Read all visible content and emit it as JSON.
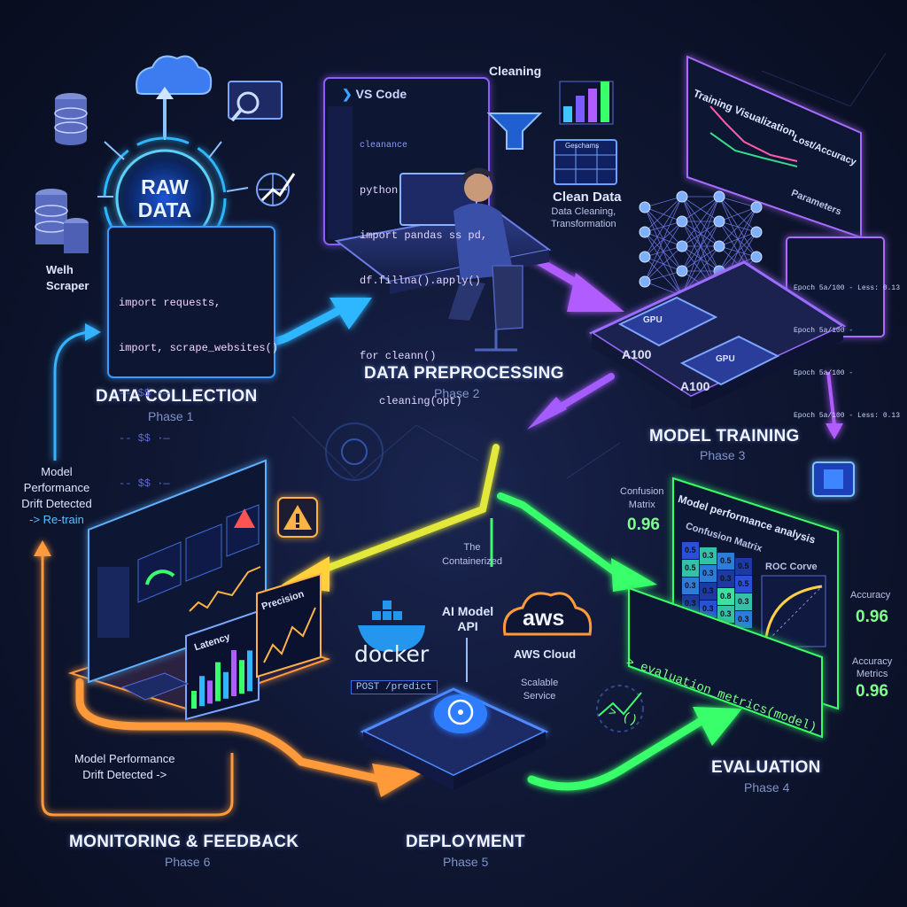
{
  "phases": {
    "p1": {
      "title": "DATA COLLECTION",
      "subtitle": "Phase 1"
    },
    "p2": {
      "title": "DATA PREPROCESSING",
      "subtitle": "Phase 2"
    },
    "p3": {
      "title": "MODEL TRAINING",
      "subtitle": "Phase 3"
    },
    "p4": {
      "title": "EVALUATION",
      "subtitle": "Phase 4"
    },
    "p5": {
      "title": "DEPLOYMENT",
      "subtitle": "Phase 5"
    },
    "p6": {
      "title": "MONITORING & FEEDBACK",
      "subtitle": "Phase 6"
    }
  },
  "collection": {
    "raw_data": [
      "RAW",
      "DATA"
    ],
    "web_scraper": [
      "Welh",
      "Scraper"
    ],
    "code": [
      "import requests,",
      "import, scrape_websites()",
      "-- $$ ·—",
      "-- $$ ·—",
      "-- $$ ·—"
    ]
  },
  "preprocessing": {
    "editor": "VS Code",
    "code": [
      "cleanance",
      "python",
      "import pandas ss pd,",
      "df.fillna().apply()",
      "",
      "for cleann()",
      "cleaning(opt)"
    ],
    "cleaning": "Cleaning",
    "table_header": "Geschams",
    "clean_data": "Clean Data",
    "clean_desc": [
      "Data Cleaning,",
      "Transformation"
    ]
  },
  "training": {
    "viz_title": "Training Visualization",
    "loss_title": "Lost/Accuracy",
    "params": "Parameters",
    "gpu_labels": [
      "GPU",
      "GPU"
    ],
    "chip_labels": [
      "A100",
      "A100"
    ],
    "log_lines": [
      "Epoch 5a/100 - Less: 0.13",
      "Epoch 5a/100 -",
      "Epoch 5a/100 -",
      "Epoch 5a/100 - Less: 0.13"
    ]
  },
  "evaluation": {
    "panel_title": "Model performance analysis",
    "confusion_title": "Confusion Matrix",
    "roc_title": "ROC Corve",
    "matrix": [
      [
        "0.5",
        "0.3",
        "0.5",
        "0.5"
      ],
      [
        "0.5",
        "0.3",
        "0.3",
        "0.5"
      ],
      [
        "0.3",
        "0.3",
        "0.8",
        "0.3"
      ],
      [
        "0.3",
        "0.3",
        "0.3",
        "0.3"
      ]
    ],
    "confusion_label": [
      "Confusion",
      "Matrix"
    ],
    "confusion_value": "0.96",
    "accuracy_label": "Accuracy",
    "accuracy_value": "0.96",
    "acc_metrics_label": [
      "Accuracy",
      "Metrics"
    ],
    "acc_metrics_value": "0.96",
    "code": [
      "evaluation_metrics(model)",
      "()"
    ]
  },
  "deployment": {
    "containerized": [
      "The",
      "Containerized"
    ],
    "api": [
      "AI Model",
      "API"
    ],
    "docker": "docker",
    "aws": "aws",
    "aws_cloud": "AWS Cloud",
    "endpoint": "POST /predict",
    "scalable": [
      "Scalable",
      "Service"
    ]
  },
  "monitoring": {
    "latency": "Latency",
    "precision": "Precision",
    "drift_top": [
      "Model",
      "Performance",
      "Drift Detected",
      "-> Re-train"
    ],
    "drift_bottom": [
      "Model Performance",
      "Drift Detected ->"
    ]
  },
  "colors": {
    "blue": "#2fb6ff",
    "purple": "#b15cff",
    "green": "#39ff6a",
    "yellow": "#ffd23a",
    "orange": "#ff9a3a"
  }
}
